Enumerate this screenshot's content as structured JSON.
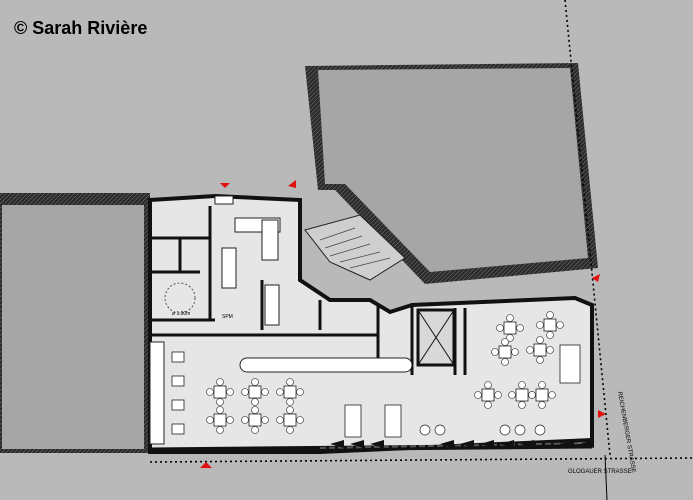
{
  "copyright": "© Sarah Rivière",
  "streets": {
    "south": "GLOGAUER STRASSE",
    "east": "REICHENBERGER STRASSE"
  },
  "labels": {
    "turn_circle": "ø 1.50m",
    "room_tag": "SPM"
  },
  "colors": {
    "background": "#b9b9b9",
    "wall": "#1a1a1a",
    "interior": "#e6e6e6",
    "roof": "#a6a6a6",
    "furniture": "#ffffff",
    "entrance_marker": "#e01010"
  }
}
